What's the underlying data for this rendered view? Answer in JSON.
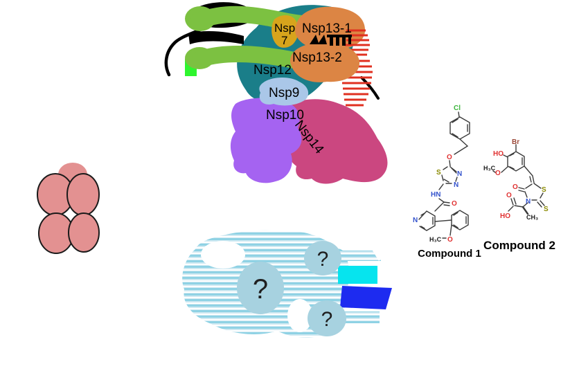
{
  "figure": "SARS-CoV-2 replication-transcription complex schematic with inhibitor thought bubble",
  "labels": {
    "nsp7_line1": "Nsp",
    "nsp7_line2": "7",
    "nsp13_1": "Nsp13-1",
    "nsp13_2": "Nsp13-2",
    "nsp12": "Nsp12",
    "nsp9": "Nsp9",
    "nsp10": "Nsp10",
    "nsp14": "Nsp14",
    "q_large": "?",
    "q_top": "?",
    "q_bottom": "?",
    "compound_left": "Compound 1",
    "compound_right": "Compound 2"
  },
  "colors": {
    "nsp8_green": "#7cc141",
    "nsp8_bright_green": "#2ef52e",
    "nsp12_teal": "#1a7e89",
    "nsp7_gold": "#d7a41c",
    "nsp13_orange": "#dc8544",
    "nsp9_periwinkle": "#aac7e8",
    "nsp10_purple": "#a563f1",
    "nsp14_magenta": "#cb4780",
    "oligomer_pink": "#e39191",
    "oligomer_outline": "#1a1a1a",
    "unknown_blob_blue": "#a7d2e0",
    "rna_black": "#000000",
    "rna_red": "#e03020",
    "rna_cyan": "#06e4ee",
    "rna_blue": "#1d2bf0",
    "bubble_white": "#ffffff"
  },
  "atoms_left": {
    "cl": "Cl",
    "o_ether": "O",
    "s_ring": "S",
    "n1": "N",
    "n2": "N",
    "hn": "HN",
    "o_carbonyl": "O",
    "n_pyridine": "N",
    "o_methoxy": "O",
    "h3c": "H₃C"
  },
  "atoms_right": {
    "br": "Br",
    "ho_phenol": "HO",
    "h3c": "H₃C",
    "o_methoxy": "O",
    "o_ring": "O",
    "n_ring": "N",
    "s_ring": "S",
    "s_thione": "S",
    "o_acid": "O",
    "ho_acid": "HO",
    "ch3": "CH₃"
  },
  "atom_colors": {
    "o": "#e03131",
    "n": "#3352cc",
    "s": "#8a8a00",
    "cl": "#3db53d",
    "br": "#9c4a3a",
    "c": "#1a1a1a"
  }
}
